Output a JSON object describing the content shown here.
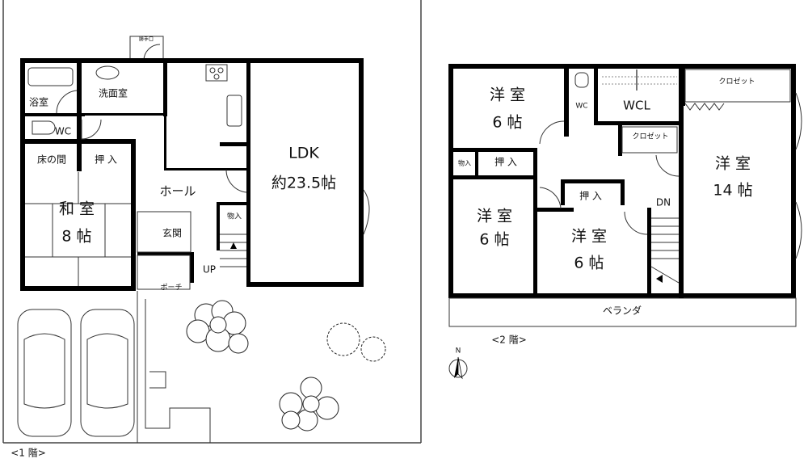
{
  "floor1": {
    "caption": "<1 階>",
    "rooms": {
      "bath": "浴室",
      "washroom": "洗面室",
      "wc": "WC",
      "tokonoma": "床の間",
      "oshiire": "押 入",
      "washitsu_name": "和 室",
      "washitsu_size": "8 帖",
      "hall": "ホール",
      "genkan": "玄関",
      "storage": "物入",
      "up": "UP",
      "porch": "ポーチ",
      "ldk_name": "LDK",
      "ldk_size": "約23.5帖",
      "back_door": "勝手口"
    }
  },
  "floor2": {
    "caption": "<2 階>",
    "rooms": {
      "room_nw_name": "洋 室",
      "room_nw_size": "6 帖",
      "wc": "WC",
      "wcl": "WCL",
      "closet_e": "クロゼット",
      "closet_c": "クロゼット",
      "room_e_name": "洋 室",
      "room_e_size": "14 帖",
      "storage": "物入",
      "oshiire_w": "押 入",
      "oshiire_c": "押 入",
      "room_sw_name": "洋 室",
      "room_sw_size": "6 帖",
      "room_s_name": "洋 室",
      "room_s_size": "6 帖",
      "dn": "DN",
      "veranda": "ベランダ"
    }
  },
  "compass": {
    "label": "N"
  },
  "colors": {
    "wall": "#000000",
    "line": "#333333",
    "background": "#ffffff"
  }
}
